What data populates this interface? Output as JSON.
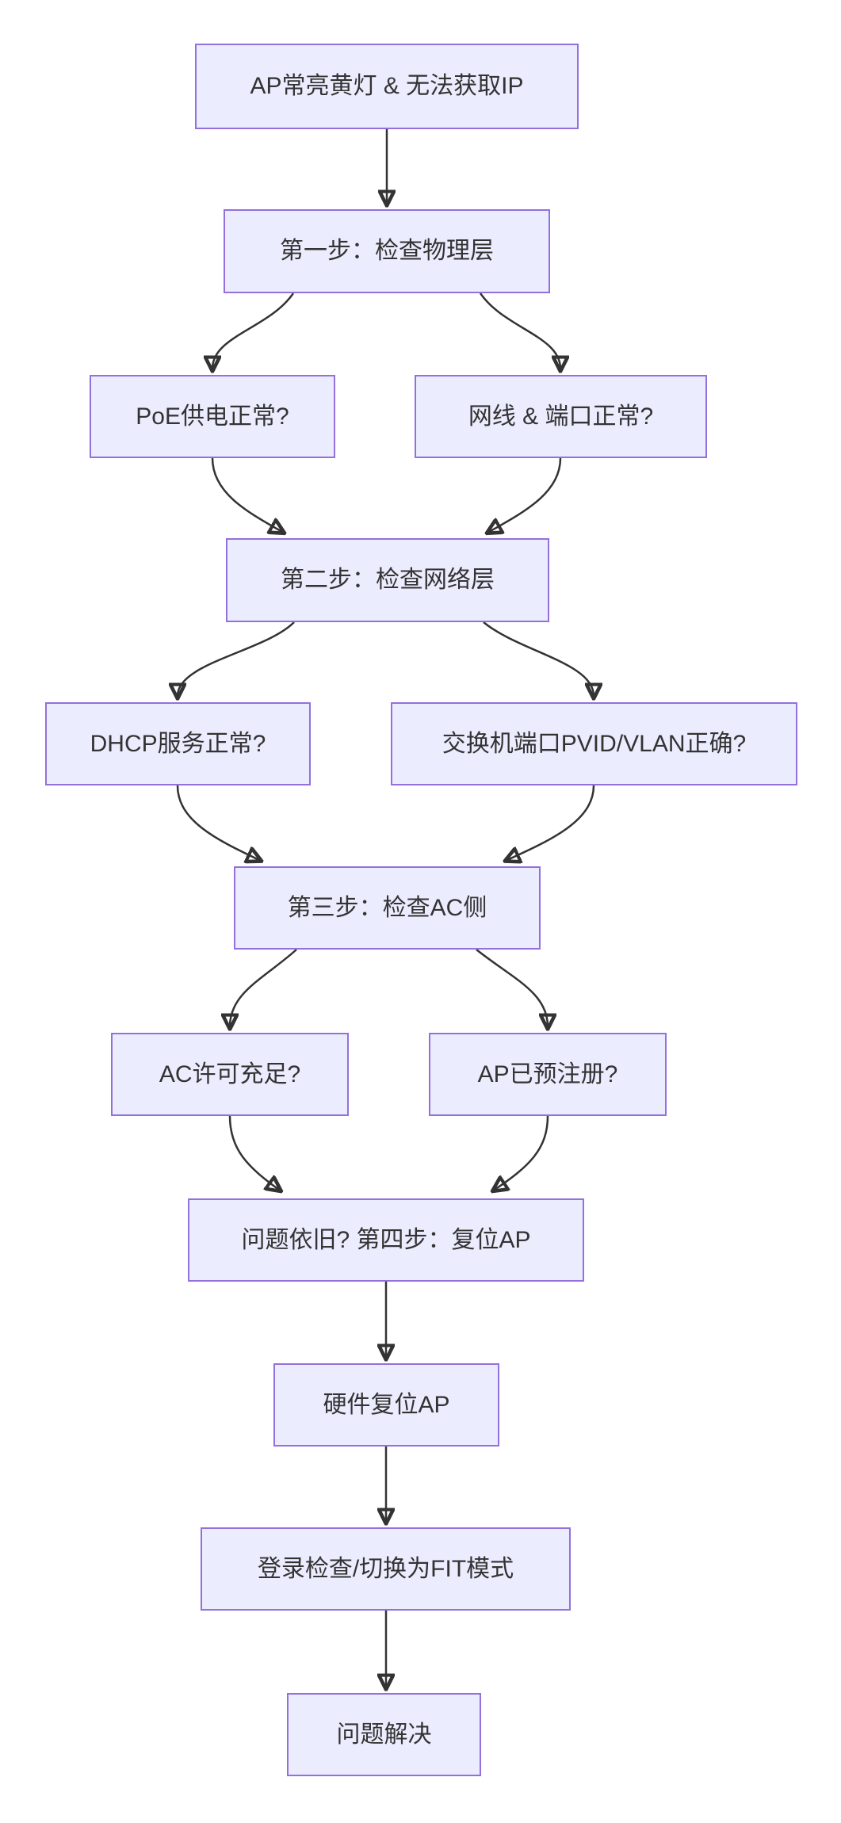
{
  "diagram": {
    "type": "flowchart",
    "direction": "top-down",
    "colors": {
      "node_fill": "#ECECFF",
      "node_border": "#9370DB",
      "text": "#333333",
      "arrow": "#333333",
      "background": "#FFFFFF"
    },
    "nodes": [
      {
        "id": "symptom",
        "label": "AP常亮黄灯 & 无法获取IP"
      },
      {
        "id": "step1",
        "label": "第一步：检查物理层"
      },
      {
        "id": "poe",
        "label": "PoE供电正常?"
      },
      {
        "id": "cable",
        "label": "网线 & 端口正常?"
      },
      {
        "id": "step2",
        "label": "第二步：检查网络层"
      },
      {
        "id": "dhcp",
        "label": "DHCP服务正常?"
      },
      {
        "id": "vlan",
        "label": "交换机端口PVID/VLAN正确?"
      },
      {
        "id": "step3",
        "label": "第三步：检查AC侧"
      },
      {
        "id": "license",
        "label": "AC许可充足?"
      },
      {
        "id": "register",
        "label": "AP已预注册?"
      },
      {
        "id": "step4",
        "label": "问题依旧? 第四步：复位AP"
      },
      {
        "id": "reset",
        "label": "硬件复位AP"
      },
      {
        "id": "fit",
        "label": "登录检查/切换为FIT模式"
      },
      {
        "id": "solved",
        "label": "问题解决"
      }
    ],
    "edges": [
      {
        "from": "symptom",
        "to": "step1"
      },
      {
        "from": "step1",
        "to": "poe"
      },
      {
        "from": "step1",
        "to": "cable"
      },
      {
        "from": "poe",
        "to": "step2"
      },
      {
        "from": "cable",
        "to": "step2"
      },
      {
        "from": "step2",
        "to": "dhcp"
      },
      {
        "from": "step2",
        "to": "vlan"
      },
      {
        "from": "dhcp",
        "to": "step3"
      },
      {
        "from": "vlan",
        "to": "step3"
      },
      {
        "from": "step3",
        "to": "license"
      },
      {
        "from": "step3",
        "to": "register"
      },
      {
        "from": "license",
        "to": "step4"
      },
      {
        "from": "register",
        "to": "step4"
      },
      {
        "from": "step4",
        "to": "reset"
      },
      {
        "from": "reset",
        "to": "fit"
      },
      {
        "from": "fit",
        "to": "solved"
      }
    ]
  }
}
